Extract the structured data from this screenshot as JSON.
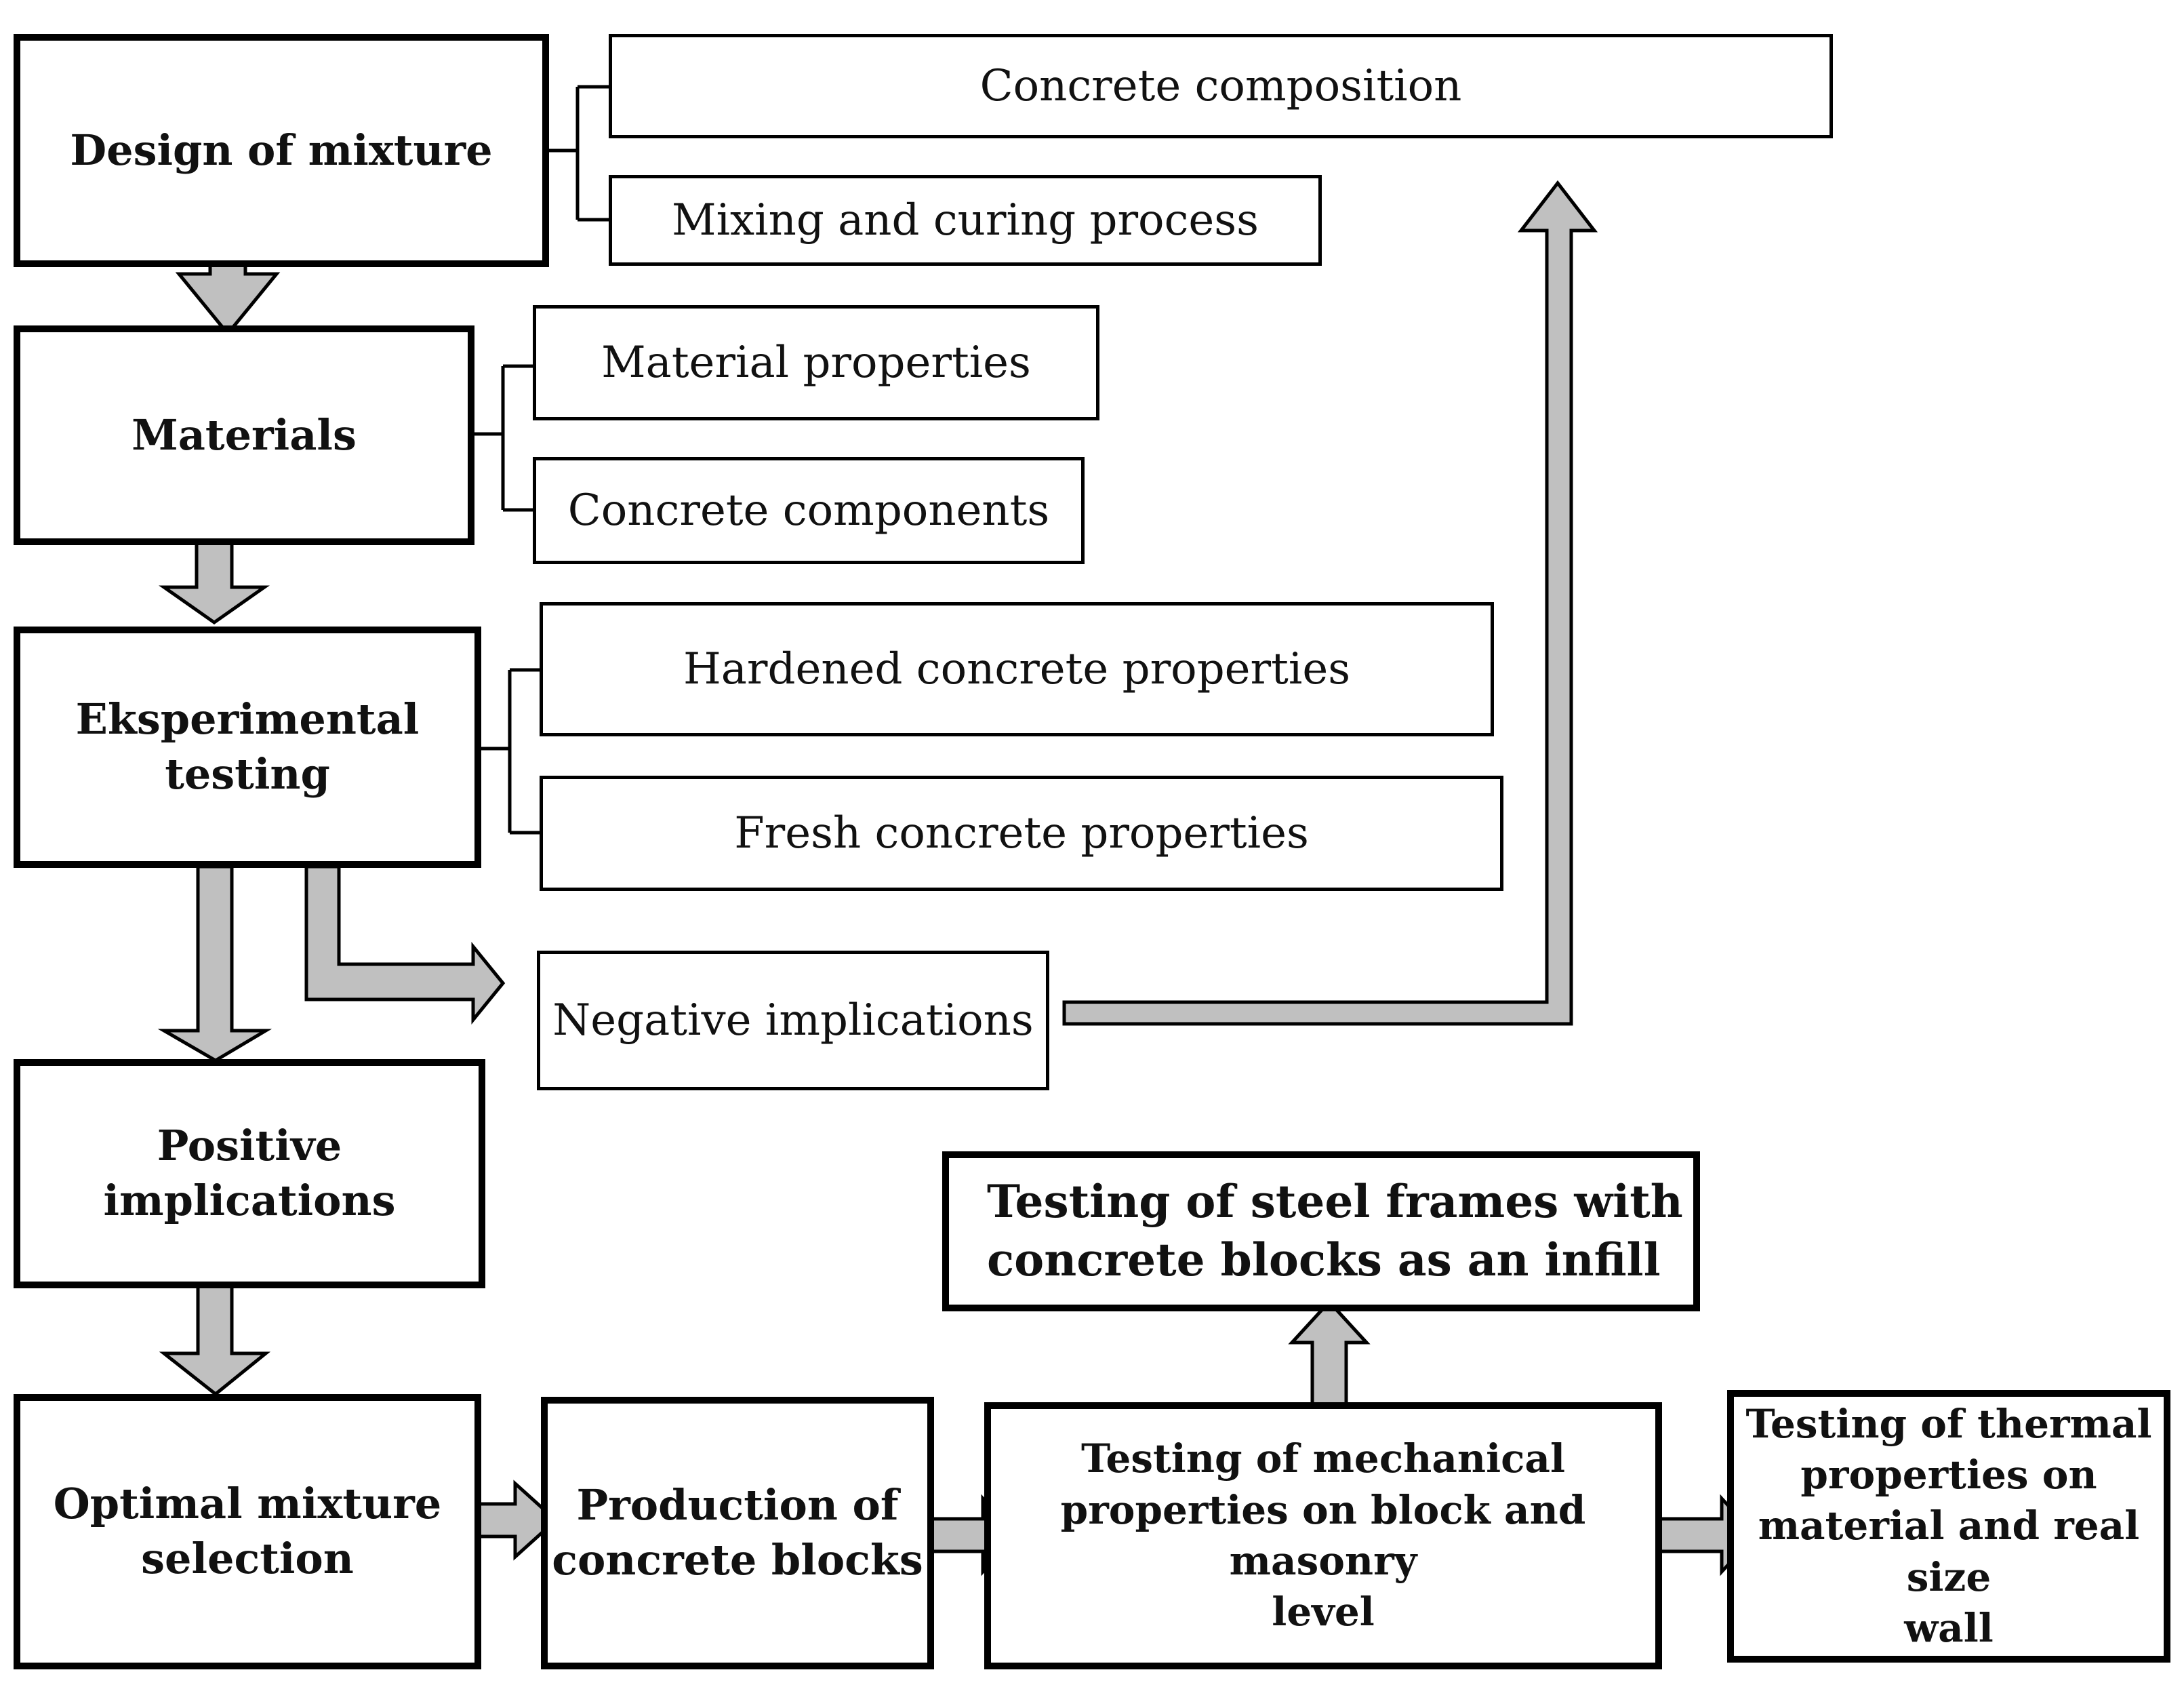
{
  "main_boxes": {
    "design": "Design of mixture",
    "materials": "Materials",
    "testing": "Eksperimental testing",
    "positive": "Positive implications",
    "optimal": "Optimal mixture\nselection",
    "production": "Production of\nconcrete blocks",
    "mechanical": "Testing of mechanical\nproperties on block and masonry\nlevel",
    "thermal": "Testing of thermal\nproperties on\nmaterial and real size\nwall",
    "steel": "Testing of steel frames with\nconcrete blocks as an infill"
  },
  "sub_boxes": {
    "composition": "Concrete composition",
    "mixing": "Mixing and curing process",
    "material_props": "Material properties",
    "components": "Concrete components",
    "hardened": "Hardened concrete properties",
    "fresh": "Fresh concrete properties",
    "negative": "Negative implications"
  },
  "colors": {
    "arrow_fill": "#c0c0c0",
    "stroke": "#000000",
    "background": "#ffffff"
  }
}
